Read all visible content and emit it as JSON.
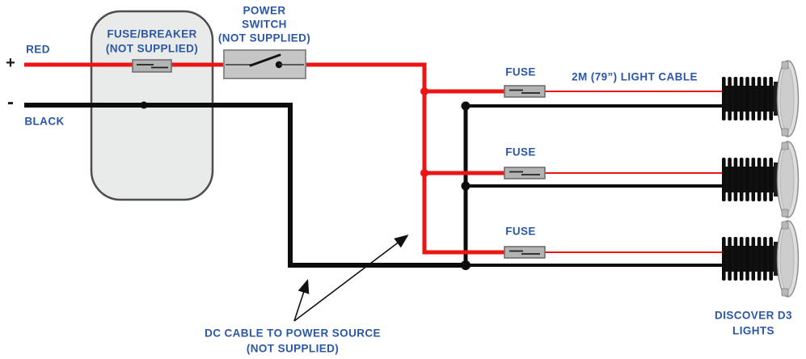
{
  "colors": {
    "wire_red": "#ec1414",
    "wire_black": "#0c0c0c",
    "label_blue": "#2b57a7",
    "box_fill": "#e9eaea",
    "box_border": "#4d4d4d",
    "component_fill": "#c6c6c6",
    "component_border": "#8a8a8a",
    "fuse_fill": "#b3b3b3",
    "fuse_border": "#6f6f6f"
  },
  "labels": {
    "plus": "+",
    "minus": "-",
    "red_wire": "RED",
    "black_wire": "BLACK",
    "fuse_breaker_line1": "FUSE/BREAKER",
    "fuse_breaker_line2": "(NOT SUPPLIED)",
    "power_switch_line1": "POWER",
    "power_switch_line2": "SWITCH",
    "power_switch_line3": "(NOT SUPPLIED)",
    "fuse1": "FUSE",
    "fuse2": "FUSE",
    "fuse3": "FUSE",
    "light_cable": "2M (79”) LIGHT CABLE",
    "dc_cable_line1": "DC CABLE TO POWER SOURCE",
    "dc_cable_line2": "(NOT SUPPLIED)",
    "lights_line1": "DISCOVER D3",
    "lights_line2": "LIGHTS"
  }
}
